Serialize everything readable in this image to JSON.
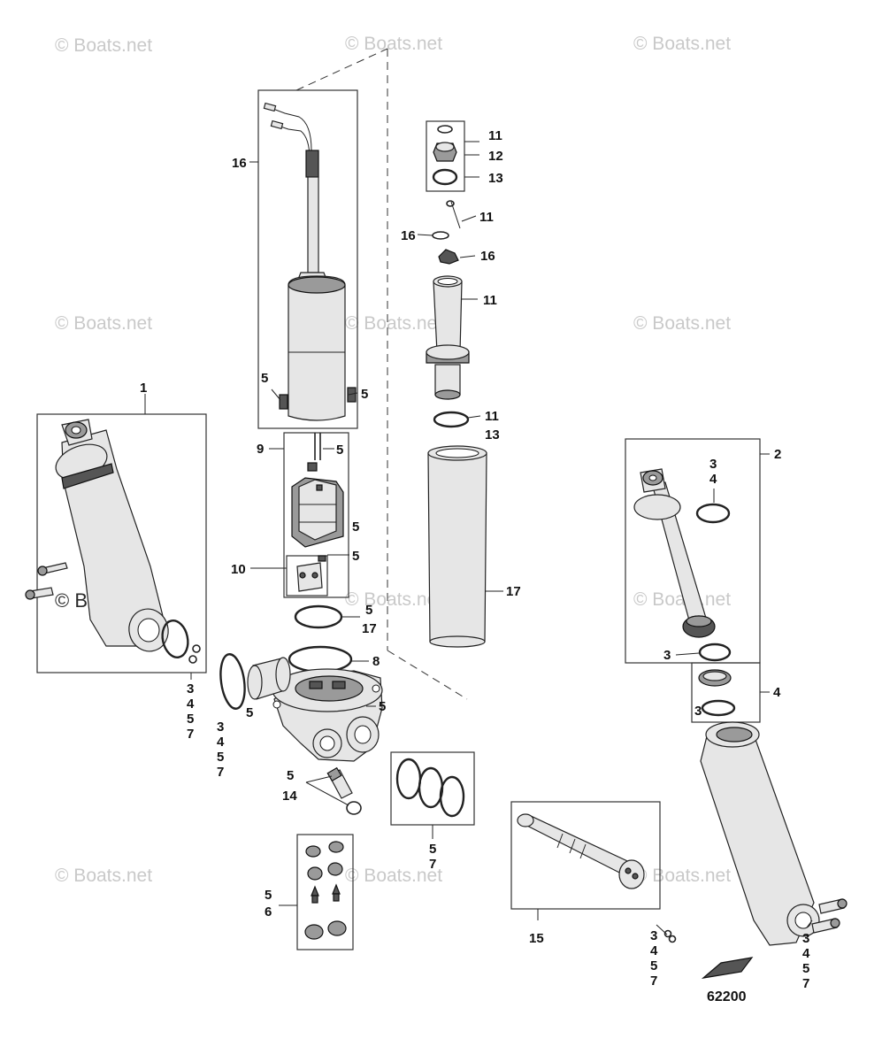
{
  "watermarks": [
    "© Boats.net",
    "© Boats.net",
    "© Boats.net",
    "© Boats.net",
    "© Boats.net",
    "© Boats.net",
    "© Boats.net",
    "© Boats.net",
    "© Boats.net",
    "© Boats.net",
    "© Boats.net",
    "© Boats.net"
  ],
  "figure_number": "62200",
  "callouts": {
    "c1": "1",
    "c2": "2",
    "c4": "4",
    "c8": "8",
    "c9": "9",
    "c10": "10",
    "c15": "15",
    "c16a": "16",
    "c17": "17",
    "s11a": "11",
    "s12": "12",
    "s13a": "13",
    "s11b": "11",
    "s16b": "16",
    "s16c": "16",
    "s11c": "11",
    "s11d": "11",
    "s13b": "13",
    "motor5a": "5",
    "motor5b": "5",
    "motor5c": "5",
    "pump5a": "5",
    "pump5b": "5",
    "r5a": "5",
    "r17b": "17",
    "body5": "5",
    "s3a": "3",
    "s4a": "4",
    "s5a": "5",
    "s7a": "7",
    "b3": "3",
    "b4": "4",
    "b5": "5",
    "b7": "7",
    "bush5": "5",
    "v5": "5",
    "v14": "14",
    "ring5": "5",
    "ring7": "7",
    "k5": "5",
    "k6": "6",
    "p3": "3",
    "p4": "4",
    "p5": "5",
    "p7": "7",
    "t3": "3",
    "t4": "4",
    "r3a": "3",
    "r3b": "3",
    "m3": "3",
    "m4": "4",
    "m5": "5",
    "m7": "7"
  }
}
